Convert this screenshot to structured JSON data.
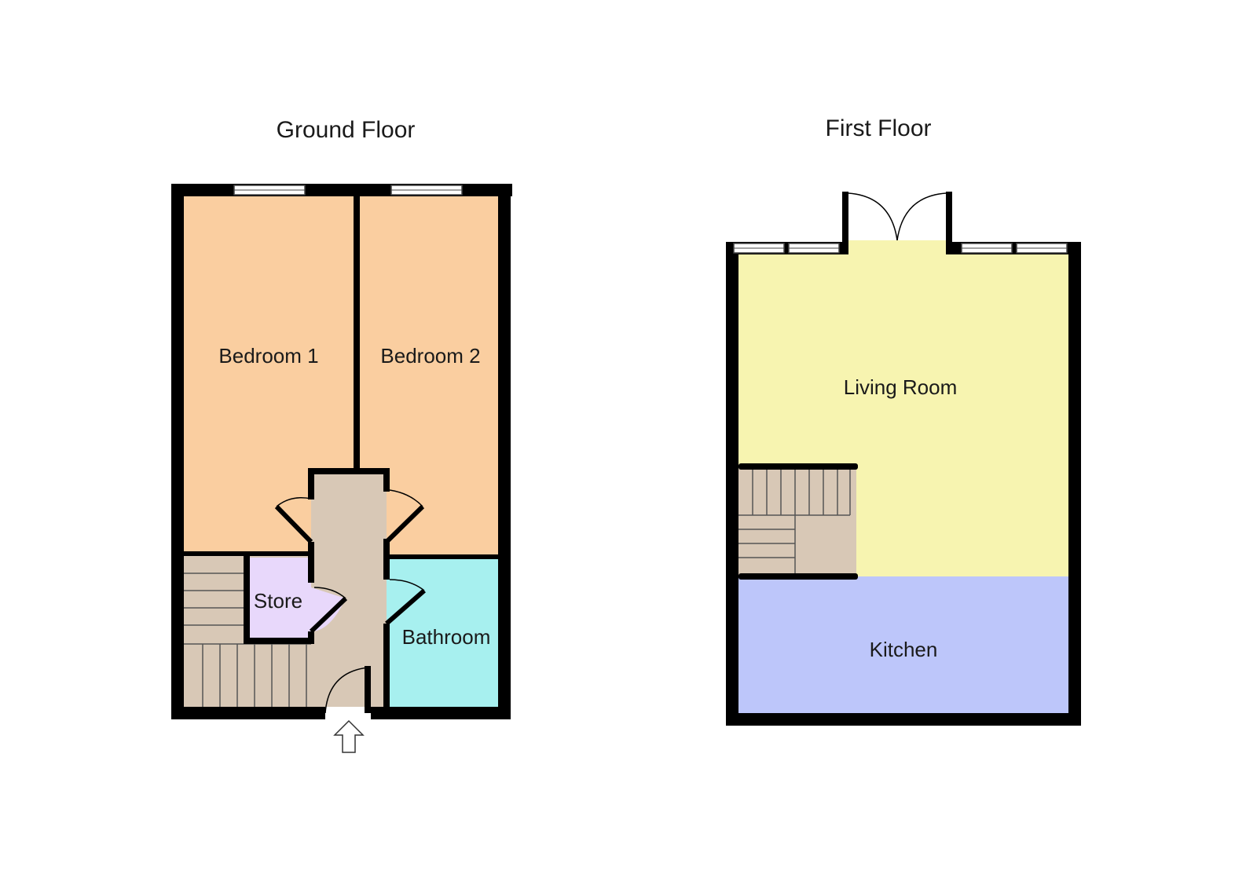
{
  "floors": {
    "ground": {
      "title": "Ground Floor",
      "rooms": {
        "bedroom1": "Bedroom 1",
        "bedroom2": "Bedroom 2",
        "store": "Store",
        "bathroom": "Bathroom"
      }
    },
    "first": {
      "title": "First Floor",
      "rooms": {
        "living": "Living Room",
        "kitchen": "Kitchen"
      }
    }
  },
  "colors": {
    "bedroom": "#FACEA0",
    "hall": "#D8C8B6",
    "store": "#E8D8FB",
    "bathroom": "#A7F0EF",
    "living": "#F7F4B0",
    "kitchen": "#BDC6FA",
    "stairs": "#D8C8B6",
    "wall": "#000000"
  }
}
